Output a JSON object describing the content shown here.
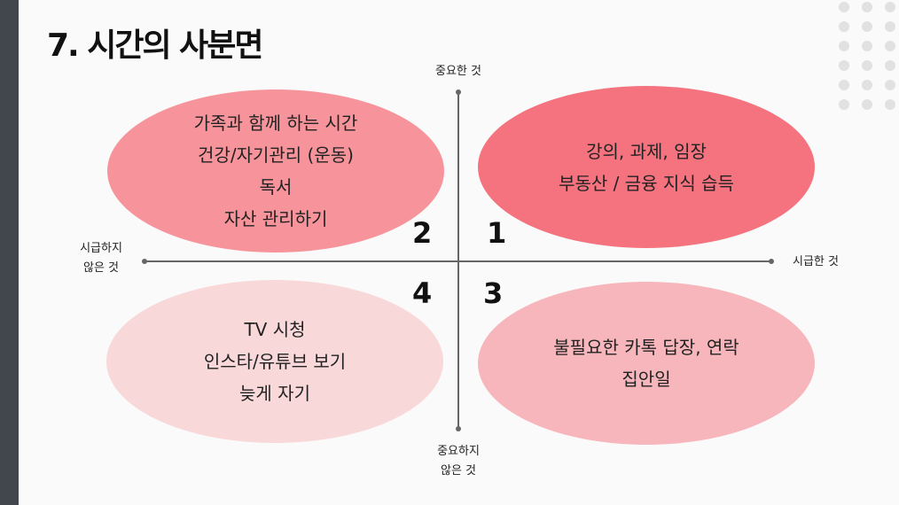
{
  "title": "7. 시간의 사분면",
  "axes": {
    "top": "중요한 것",
    "bottom_line1": "중요하지",
    "bottom_line2": "않은 것",
    "left_line1": "시급하지",
    "left_line2": "않은 것",
    "right": "시급한 것"
  },
  "quadrants": {
    "q1": {
      "number": "1",
      "items": [
        "강의, 과제, 임장",
        "부동산 / 금융 지식 습득"
      ],
      "color": "#f4737e"
    },
    "q2": {
      "number": "2",
      "items": [
        "가족과 함께 하는 시간",
        "건강/자기관리 (운동)",
        "독서",
        "자산 관리하기"
      ],
      "color": "#f7949b"
    },
    "q3": {
      "number": "3",
      "items": [
        "불필요한 카톡 답장, 연락",
        "집안일"
      ],
      "color": "#f6b6bb"
    },
    "q4": {
      "number": "4",
      "items": [
        "TV 시청",
        "인스타/유튜브 보기",
        "늦게 자기"
      ],
      "color": "#f9d8da"
    }
  }
}
